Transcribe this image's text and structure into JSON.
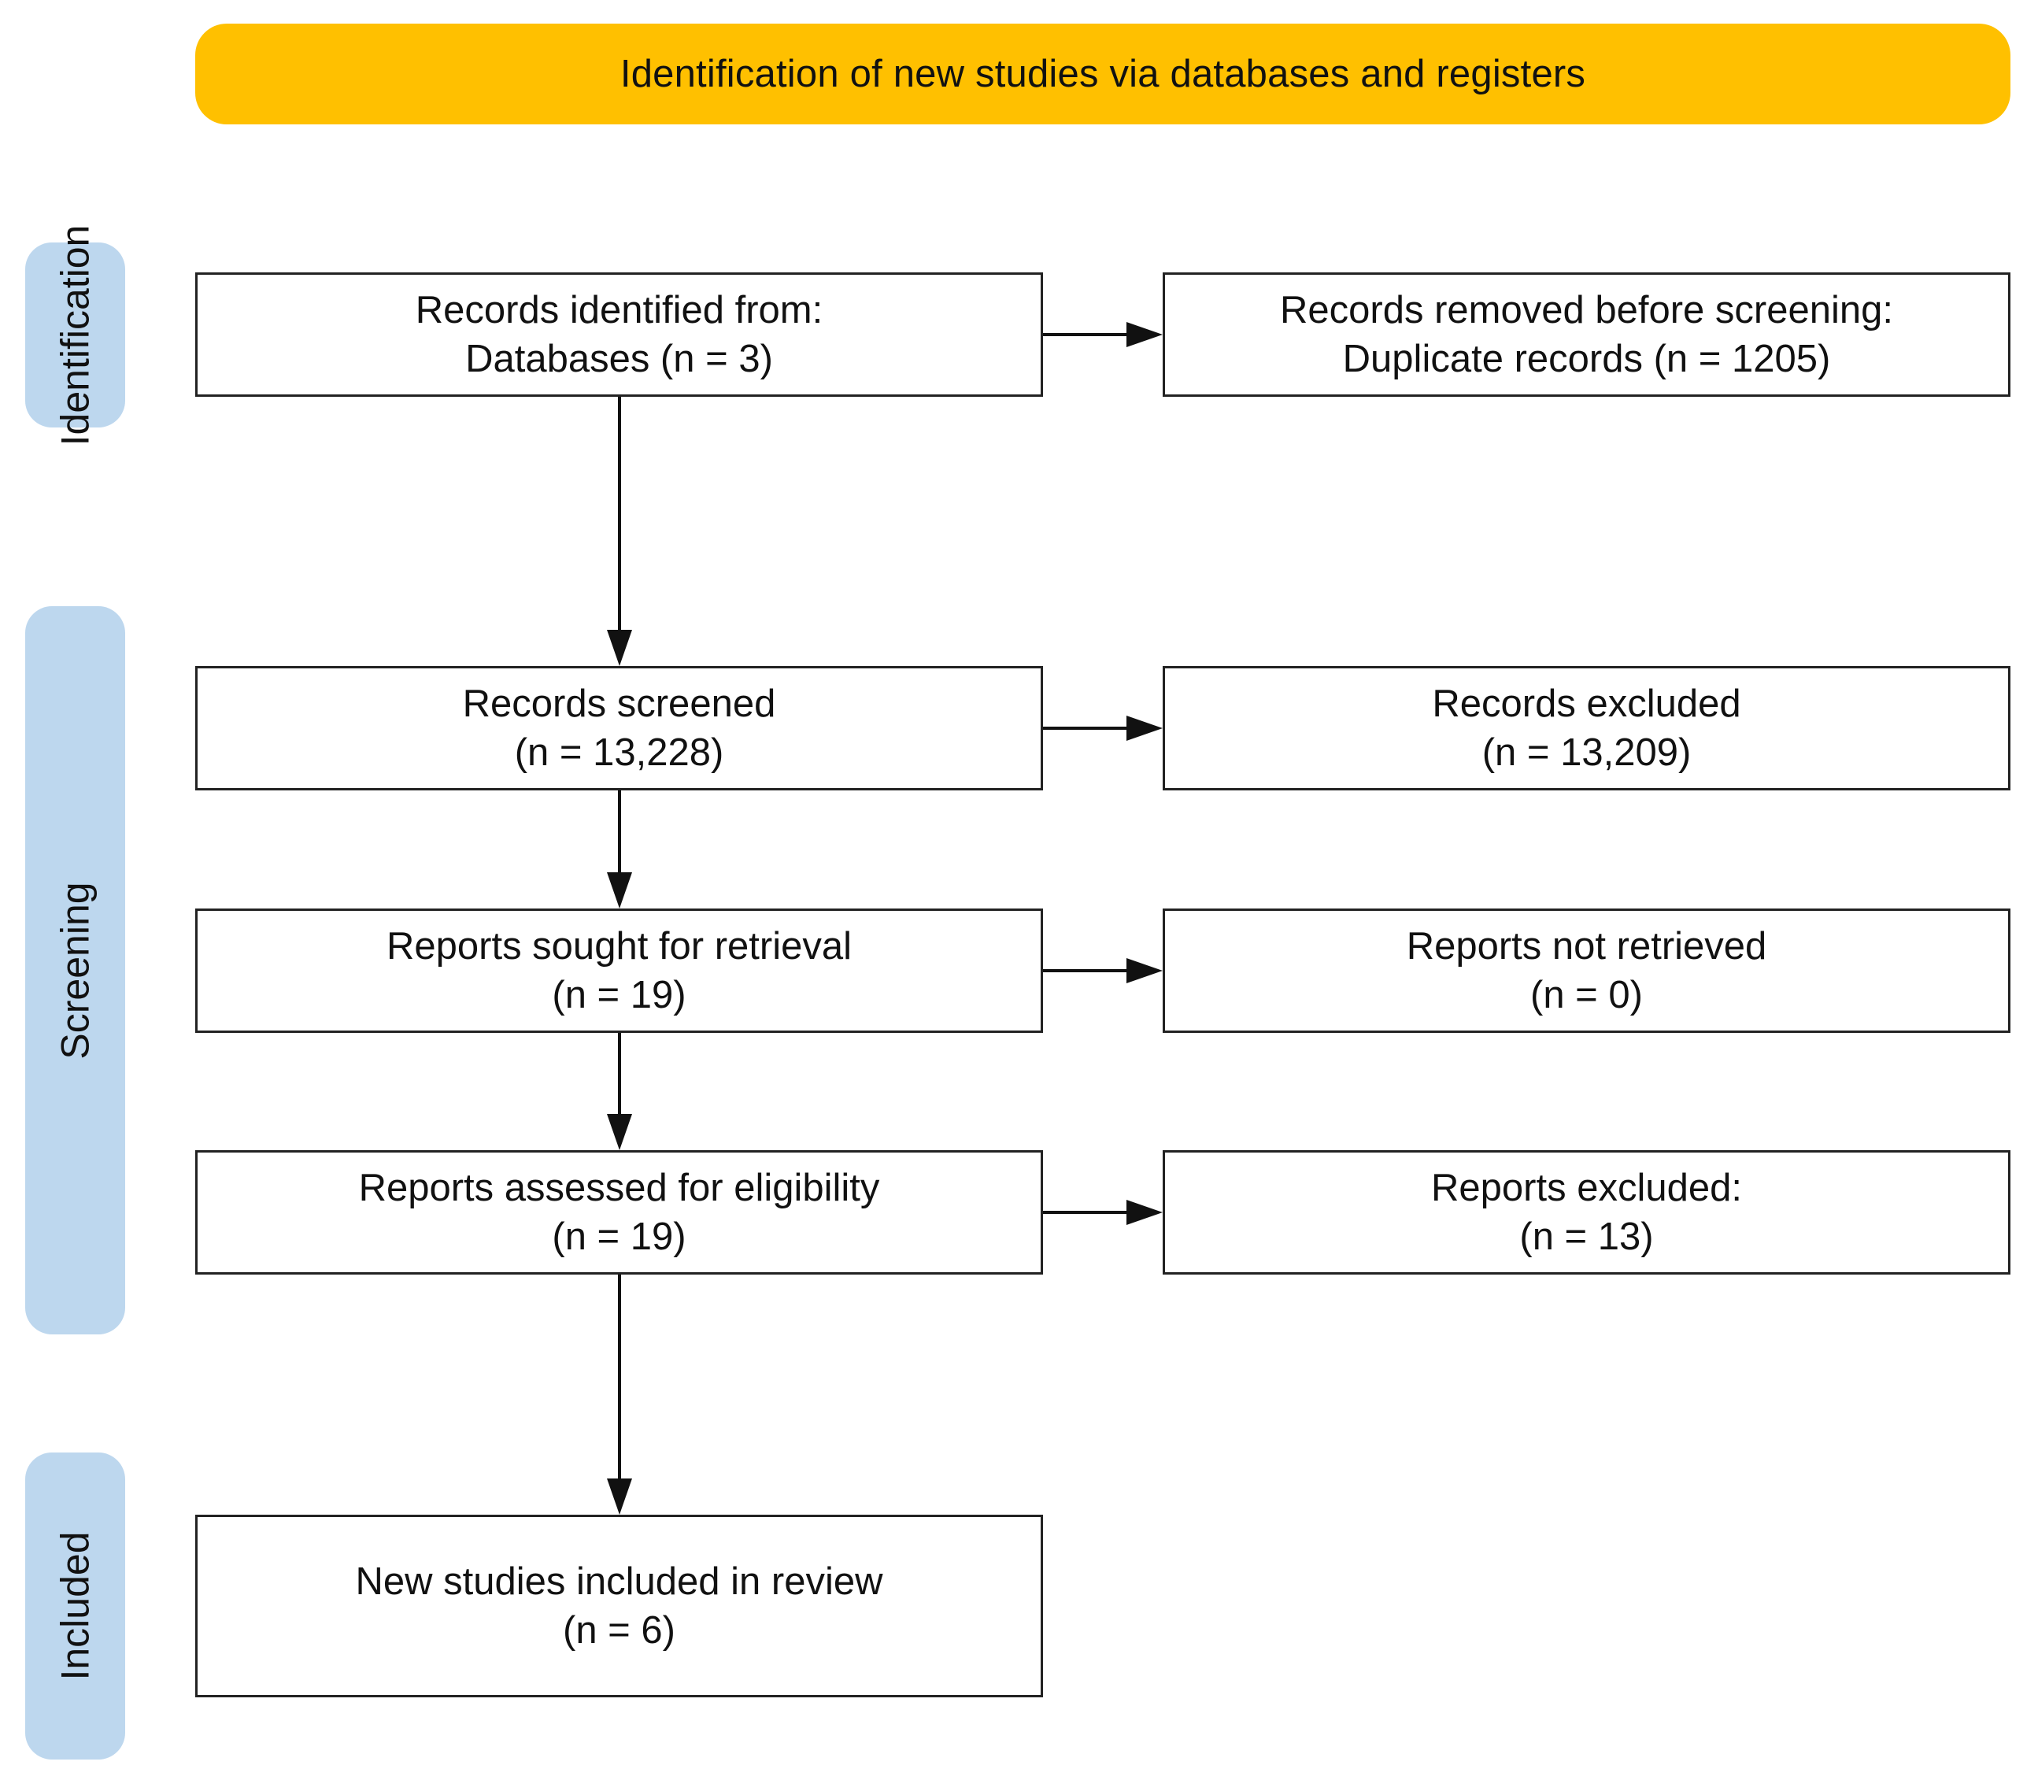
{
  "header": {
    "title": "Identification of new studies via databases and registers",
    "color": "#FFC000"
  },
  "phases": {
    "color": "#BDD7EE",
    "identification": "Identification",
    "screening": "Screening",
    "included": "Included"
  },
  "boxes": {
    "records_identified": {
      "line1": "Records identified from:",
      "line2": "Databases (n = 3)"
    },
    "records_removed": {
      "line1": "Records removed before screening:",
      "line2": "Duplicate records (n = 1205)"
    },
    "records_screened": {
      "line1": "Records screened",
      "line2": "(n = 13,228)"
    },
    "records_excluded": {
      "line1": "Records excluded",
      "line2": "(n = 13,209)"
    },
    "reports_sought": {
      "line1": "Reports sought for retrieval",
      "line2": "(n = 19)"
    },
    "reports_not_retrieved": {
      "line1": "Reports not retrieved",
      "line2": "(n = 0)"
    },
    "reports_assessed": {
      "line1": "Reports assessed for eligibility",
      "line2": "(n = 19)"
    },
    "reports_excluded": {
      "line1": "Reports excluded:",
      "line2": "(n = 13)"
    },
    "studies_included": {
      "line1": "New studies included in review",
      "line2": "(n = 6)"
    }
  }
}
